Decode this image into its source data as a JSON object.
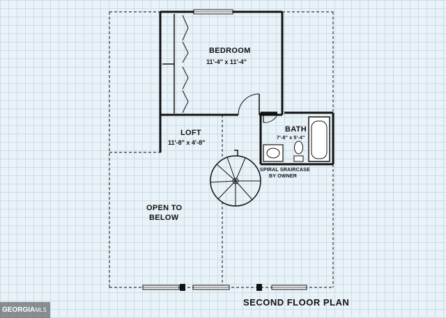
{
  "plan": {
    "title": "SECOND FLOOR PLAN",
    "rooms": {
      "bedroom": {
        "name": "BEDROOM",
        "dims": "11'-4\" x 11'-4\""
      },
      "loft": {
        "name": "LOFT",
        "dims": "11'-8\" x 4'-8\""
      },
      "bath": {
        "name": "BATH",
        "dims": "7'-8\" x 5'-4\""
      }
    },
    "notes": {
      "staircase_line1": "SPIRAL SRAIRCASE",
      "staircase_line2": "BY OWNER",
      "open_line1": "OPEN TO",
      "open_line2": "BELOW"
    }
  },
  "watermark": {
    "brand": "GEORGIA",
    "brand_suffix": "MLS"
  }
}
